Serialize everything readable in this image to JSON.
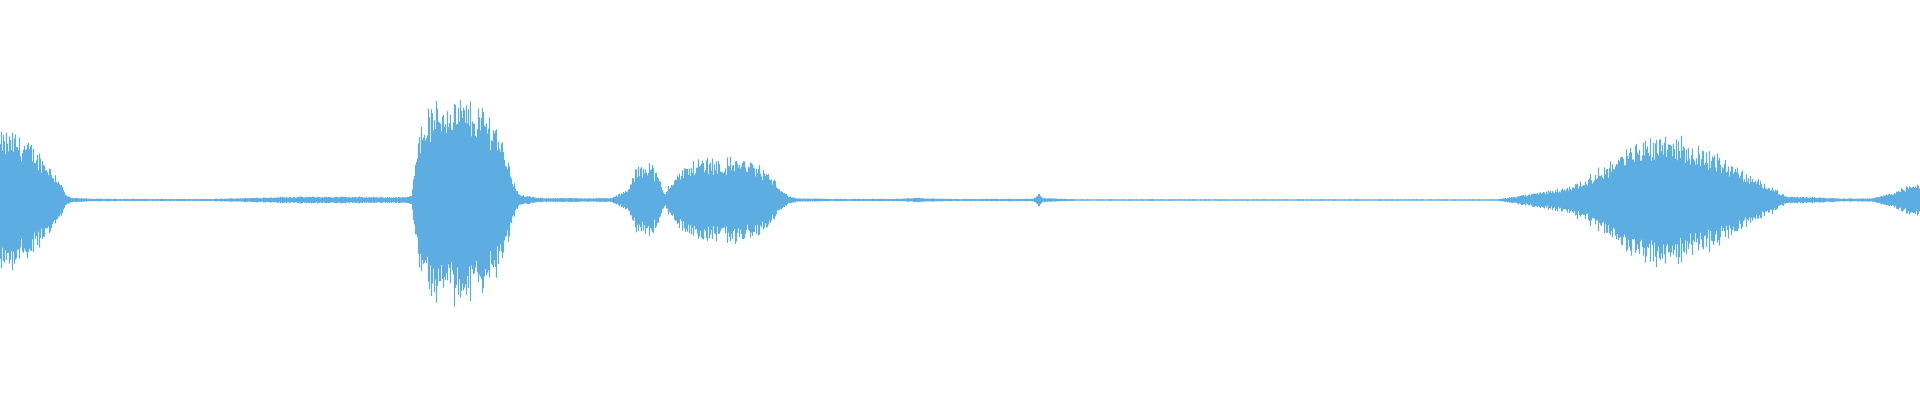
{
  "waveform": {
    "color": "#5dade2",
    "background": "#ffffff",
    "amplitude_scale": "linear",
    "peaks": [
      [
        0.0,
        0.58
      ],
      [
        0.007,
        0.6
      ],
      [
        0.014,
        0.52
      ],
      [
        0.02,
        0.42
      ],
      [
        0.026,
        0.3
      ],
      [
        0.031,
        0.18
      ],
      [
        0.034,
        0.05
      ],
      [
        0.037,
        0.02
      ],
      [
        0.05,
        0.012
      ],
      [
        0.08,
        0.01
      ],
      [
        0.11,
        0.01
      ],
      [
        0.125,
        0.018
      ],
      [
        0.15,
        0.03
      ],
      [
        0.18,
        0.03
      ],
      [
        0.2,
        0.028
      ],
      [
        0.212,
        0.028
      ],
      [
        0.214,
        0.04
      ],
      [
        0.217,
        0.55
      ],
      [
        0.222,
        0.78
      ],
      [
        0.228,
        0.86
      ],
      [
        0.234,
        0.9
      ],
      [
        0.24,
        0.88
      ],
      [
        0.246,
        0.85
      ],
      [
        0.252,
        0.8
      ],
      [
        0.258,
        0.7
      ],
      [
        0.263,
        0.45
      ],
      [
        0.267,
        0.2
      ],
      [
        0.27,
        0.05
      ],
      [
        0.28,
        0.02
      ],
      [
        0.3,
        0.018
      ],
      [
        0.318,
        0.018
      ],
      [
        0.322,
        0.05
      ],
      [
        0.327,
        0.1
      ],
      [
        0.331,
        0.28
      ],
      [
        0.338,
        0.36
      ],
      [
        0.343,
        0.2
      ],
      [
        0.346,
        0.05
      ],
      [
        0.348,
        0.14
      ],
      [
        0.352,
        0.22
      ],
      [
        0.357,
        0.3
      ],
      [
        0.363,
        0.36
      ],
      [
        0.37,
        0.38
      ],
      [
        0.376,
        0.34
      ],
      [
        0.382,
        0.38
      ],
      [
        0.388,
        0.36
      ],
      [
        0.394,
        0.32
      ],
      [
        0.4,
        0.24
      ],
      [
        0.405,
        0.14
      ],
      [
        0.41,
        0.04
      ],
      [
        0.415,
        0.015
      ],
      [
        0.44,
        0.01
      ],
      [
        0.47,
        0.012
      ],
      [
        0.477,
        0.02
      ],
      [
        0.483,
        0.015
      ],
      [
        0.5,
        0.01
      ],
      [
        0.538,
        0.012
      ],
      [
        0.541,
        0.06
      ],
      [
        0.543,
        0.02
      ],
      [
        0.56,
        0.008
      ],
      [
        0.62,
        0.008
      ],
      [
        0.68,
        0.008
      ],
      [
        0.74,
        0.008
      ],
      [
        0.78,
        0.008
      ],
      [
        0.788,
        0.03
      ],
      [
        0.795,
        0.05
      ],
      [
        0.805,
        0.08
      ],
      [
        0.815,
        0.11
      ],
      [
        0.825,
        0.18
      ],
      [
        0.835,
        0.3
      ],
      [
        0.845,
        0.42
      ],
      [
        0.852,
        0.5
      ],
      [
        0.858,
        0.55
      ],
      [
        0.864,
        0.6
      ],
      [
        0.868,
        0.58
      ],
      [
        0.874,
        0.55
      ],
      [
        0.88,
        0.48
      ],
      [
        0.888,
        0.45
      ],
      [
        0.896,
        0.38
      ],
      [
        0.904,
        0.3
      ],
      [
        0.912,
        0.2
      ],
      [
        0.92,
        0.15
      ],
      [
        0.926,
        0.08
      ],
      [
        0.93,
        0.03
      ],
      [
        0.94,
        0.03
      ],
      [
        0.96,
        0.015
      ],
      [
        0.975,
        0.015
      ],
      [
        0.982,
        0.05
      ],
      [
        0.99,
        0.1
      ],
      [
        0.996,
        0.14
      ],
      [
        1.0,
        0.16
      ]
    ]
  }
}
